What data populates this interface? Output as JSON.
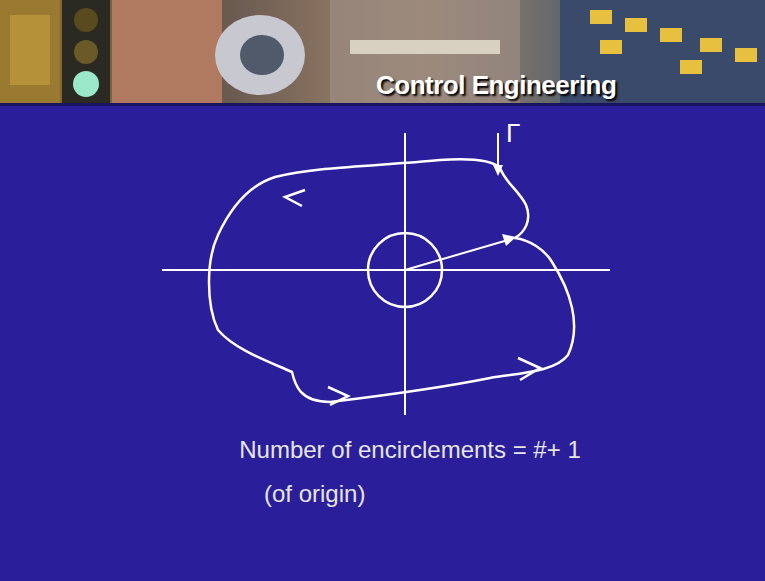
{
  "diagram": {
    "labels": [
      "Control Engineering",
      "Γ",
      "Number of encirclements = #+ 1",
      "(of origin)"
    ]
  }
}
